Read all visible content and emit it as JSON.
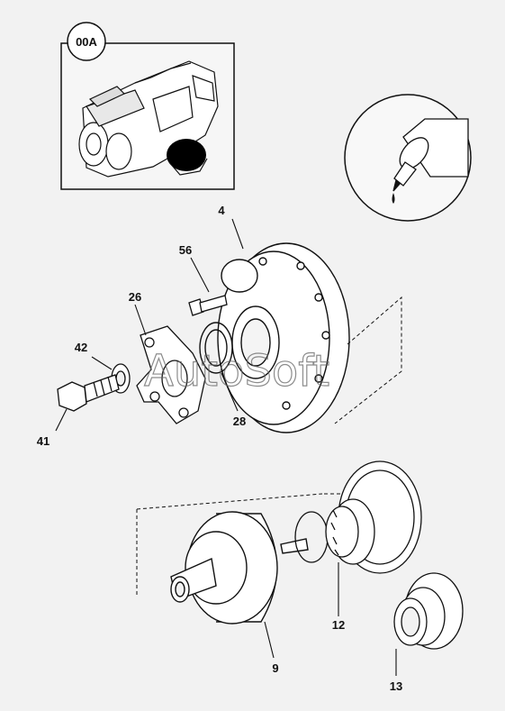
{
  "inset": {
    "ref_label": "00A"
  },
  "watermark": "AutoSoft",
  "callouts": {
    "p4": "4",
    "p56": "56",
    "p26": "26",
    "p42": "42",
    "p41": "41",
    "p28": "28",
    "p12": "12",
    "p9": "9",
    "p13": "13"
  },
  "icons": [
    "sealant-bottle-icon"
  ],
  "colors": {
    "background": "#f2f2f2",
    "line": "#111111"
  }
}
